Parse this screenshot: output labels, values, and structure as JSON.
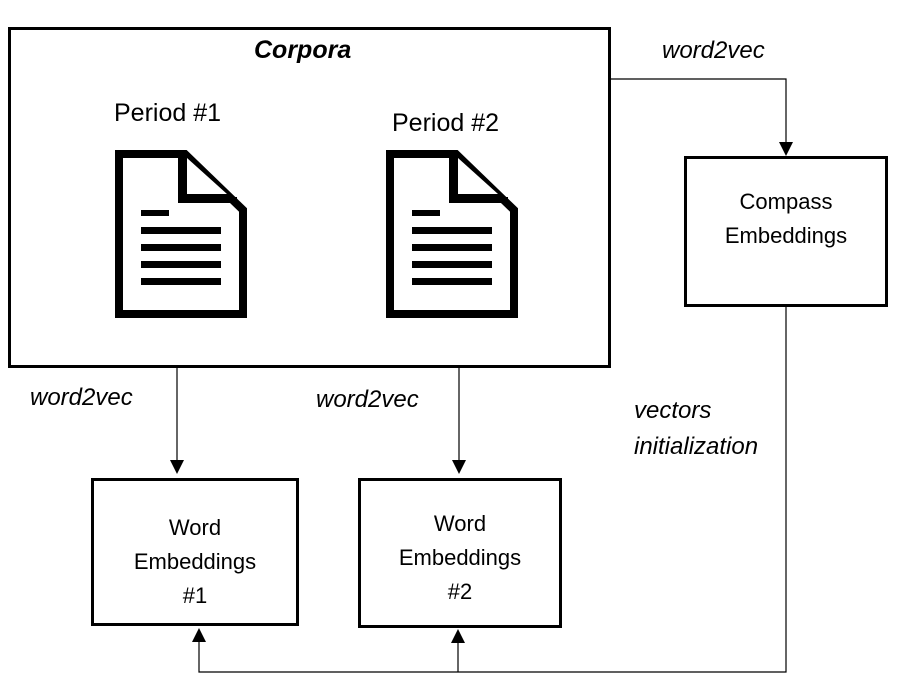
{
  "corpora": {
    "title": "Corpora",
    "period1": "Period #1",
    "period2": "Period #2"
  },
  "compass": {
    "line1": "Compass",
    "line2": "Embeddings"
  },
  "we1": {
    "line1": "Word",
    "line2": "Embeddings",
    "line3": "#1"
  },
  "we2": {
    "line1": "Word",
    "line2": "Embeddings",
    "line3": "#2"
  },
  "edges": {
    "w2v_top": "word2vec",
    "w2v_left": "word2vec",
    "w2v_mid": "word2vec",
    "init_line1": "vectors",
    "init_line2": "initialization"
  },
  "icons": [
    "document-icon",
    "document-icon"
  ]
}
